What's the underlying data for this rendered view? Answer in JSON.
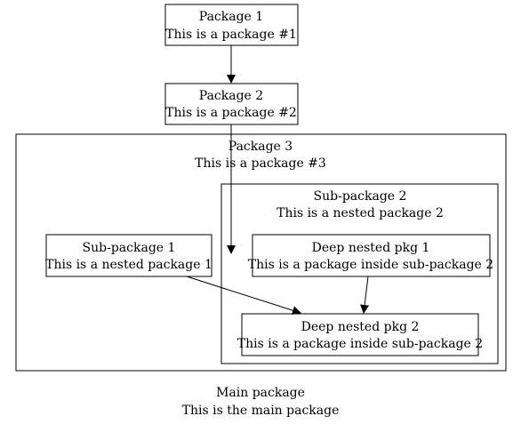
{
  "diagram": {
    "nodes": {
      "package1": {
        "title": "Package 1",
        "description": "This is a package #1"
      },
      "package2": {
        "title": "Package 2",
        "description": "This is a package #2"
      },
      "package3": {
        "title": "Package 3",
        "description": "This is a package #3"
      },
      "subpackage1": {
        "title": "Sub-package 1",
        "description": "This is a nested package 1"
      },
      "subpackage2": {
        "title": "Sub-package 2",
        "description": "This is a nested package 2"
      },
      "deepnested1": {
        "title": "Deep nested pkg 1",
        "description": "This is a package inside sub-package 2"
      },
      "deepnested2": {
        "title": "Deep nested pkg 2",
        "description": "This is a package inside sub-package 2"
      }
    },
    "main": {
      "title": "Main package",
      "description": "This is the main package"
    },
    "edges": [
      {
        "from": "Package 1",
        "to": "Package 2"
      },
      {
        "from": "Package 2",
        "to": "Sub-package 2"
      },
      {
        "from": "Sub-package 1",
        "to": "Deep nested pkg 2"
      },
      {
        "from": "Deep nested pkg 1",
        "to": "Deep nested pkg 2"
      }
    ]
  }
}
